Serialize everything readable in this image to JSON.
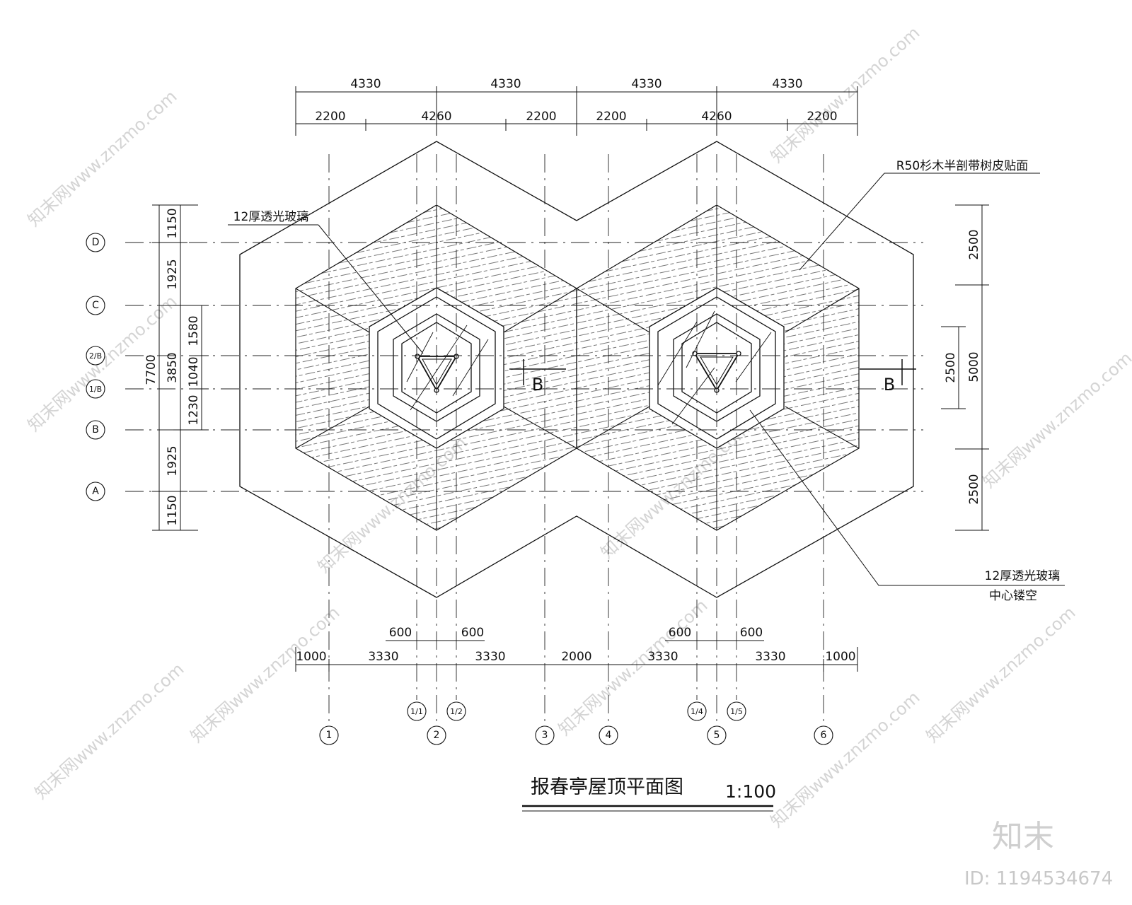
{
  "drawing": {
    "title": "报春亭屋顶平面图",
    "scale": "1:100",
    "labels": {
      "glass_left": "12厚透光玻璃",
      "bark": "R50杉木半剖带树皮贴面",
      "glass_right": "12厚透光玻璃",
      "hollow": "中心镂空"
    },
    "section_marks": [
      "B",
      "B"
    ],
    "axes_columns": [
      "1",
      "2",
      "3",
      "4",
      "5",
      "6"
    ],
    "axes_columns_sub": [
      "1/1",
      "1/2",
      "1/4",
      "1/5"
    ],
    "axes_rows": [
      "D",
      "C",
      "2/B",
      "1/B",
      "B",
      "A"
    ],
    "dims_top_row1": [
      "4330",
      "4330",
      "4330",
      "4330"
    ],
    "dims_top_row2": [
      "2200",
      "4260",
      "2200",
      "2200",
      "4260",
      "2200"
    ],
    "dims_bottom_row1": [
      "600",
      "600",
      "600",
      "600"
    ],
    "dims_bottom_row2": [
      "1000",
      "3330",
      "3330",
      "2000",
      "3330",
      "3330",
      "1000"
    ],
    "dims_left_total": "7700",
    "dims_left_outer": [
      "1150",
      "1925",
      "3850",
      "1925",
      "1150"
    ],
    "dims_left_inner": [
      "1580",
      "1040",
      "1230"
    ],
    "dims_right_outer": [
      "2500",
      "5000",
      "2500"
    ],
    "dims_right_inner": "2500"
  },
  "watermark": {
    "text": "知末网www.znzmo.com",
    "brand": "知末",
    "id": "ID: 1194534674"
  },
  "colors": {
    "line": "#111111",
    "hatch": "#6f6f6f",
    "watermark": "#d0d0d0"
  }
}
